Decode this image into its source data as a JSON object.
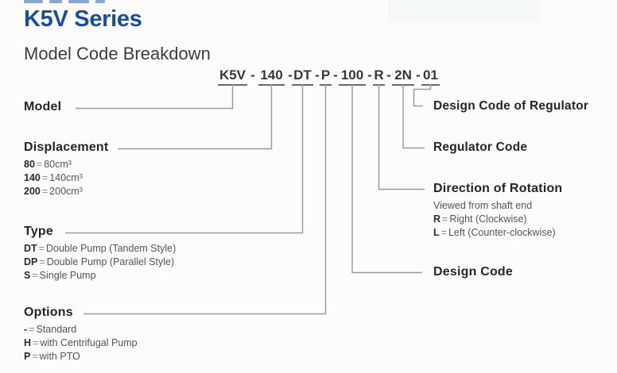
{
  "header": {
    "title": "K5V Series",
    "subtitle": "Model Code Breakdown"
  },
  "model_code": {
    "separator": "-",
    "segments": [
      "K5V",
      "140",
      "DT",
      "P",
      "100",
      "R",
      "2N",
      "01"
    ]
  },
  "glyphs": {
    "equals": "="
  },
  "labels": {
    "model": {
      "heading": "Model"
    },
    "displacement": {
      "heading": "Displacement",
      "items": [
        {
          "code": "80",
          "desc": "80cm³"
        },
        {
          "code": "140",
          "desc": "140cm³"
        },
        {
          "code": "200",
          "desc": "200cm³"
        }
      ]
    },
    "type": {
      "heading": "Type",
      "items": [
        {
          "code": "DT",
          "desc": "Double Pump (Tandem Style)"
        },
        {
          "code": "DP",
          "desc": "Double Pump (Parallel Style)"
        },
        {
          "code": "S",
          "desc": "Single Pump"
        }
      ]
    },
    "options": {
      "heading": "Options",
      "items": [
        {
          "code": "-",
          "desc": "Standard"
        },
        {
          "code": "H",
          "desc": "with Centrifugal Pump"
        },
        {
          "code": "P",
          "desc": "with PTO"
        }
      ]
    },
    "design_code_of_regulator": {
      "heading": "Design Code of Regulator"
    },
    "regulator_code": {
      "heading": "Regulator Code"
    },
    "direction_of_rotation": {
      "heading": "Direction of Rotation",
      "note": "Viewed from shaft end",
      "items": [
        {
          "code": "R",
          "desc": "Right (Clockwise)"
        },
        {
          "code": "L",
          "desc": "Left (Counter-clockwise)"
        }
      ]
    },
    "design_code": {
      "heading": "Design Code"
    }
  },
  "colors": {
    "title_blue": "#1b4d9b",
    "line_gray": "#9b9b9b",
    "text_dark": "#333333"
  }
}
